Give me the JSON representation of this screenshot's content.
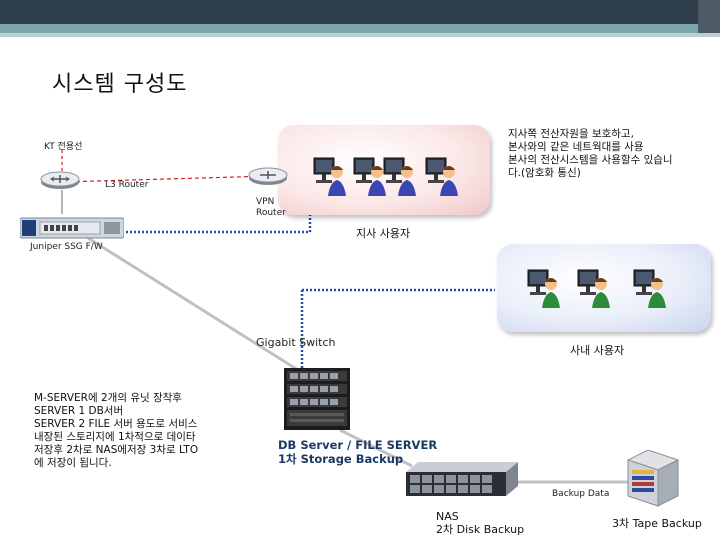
{
  "slide": {
    "title": "시스템 구성도"
  },
  "network": {
    "kt_line": "KT 전용선",
    "l3_router": "L3 Router",
    "vpn_router": "VPN Router",
    "vpn_router_line1": "VPN",
    "vpn_router_line2": "Router",
    "firewall": "Juniper SSG F/W",
    "gigabit_switch": "Gigabit Switch",
    "backup_data": "Backup Data"
  },
  "branch": {
    "label": "지사 사용자",
    "note_lines": [
      "지사쪽 전산자원을 보호하고,",
      "본사와의 같은 네트웍대를 사용",
      "본사의 전산시스템을 사용할수 있습니",
      "다.(암호화 통신)"
    ],
    "user_count": 4
  },
  "internal": {
    "label": "사내 사용자",
    "user_count": 3
  },
  "server": {
    "title_lines": [
      "DB Server / FILE SERVER",
      "1차 Storage Backup"
    ]
  },
  "server_note": {
    "lines": [
      "M-SERVER에 2개의 유닛 장착후",
      "SERVER 1 DB서버",
      "SERVER 2 FILE 서버 용도로 서비스",
      "내장된 스토리지에 1차적으로 데이타",
      "저장후  2차로 NAS에저장 3차로 LTO",
      "에 저장이 됩니다."
    ]
  },
  "nas": {
    "line1": "NAS",
    "line2": "2차 Disk Backup"
  },
  "tape": {
    "label": "3차 Tape Backup"
  },
  "colors": {
    "header_dark": "#2f3e4b",
    "header_teal": "#7aa8ac",
    "red_link": "#d02020",
    "blue_link": "#1f4fa8",
    "gray_link": "#b5b5b5"
  }
}
